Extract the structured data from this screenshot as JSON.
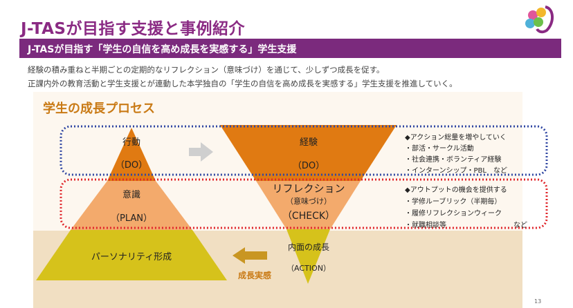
{
  "header": {
    "title": "J-TASが目指す支援と事例紹介"
  },
  "banner": {
    "text": "J-TASが目指す「学生の自信を高め成長を実感する」学生支援"
  },
  "description": [
    "経験の積み重ねと半期ごとの定期的なリフレクション（意味づけ）を通じて、少しずつ成長を促す。",
    "正課内外の教育活動と学生支援とが連動した本学独自の「学生の自信を高め成長を実感する」学生支援を推進していく。"
  ],
  "process": {
    "title": "学生の成長プロセス",
    "left": {
      "do_label": "行動",
      "do_sub": "（DO）",
      "plan_label": "意識",
      "plan_sub": "（PLAN）",
      "base_label": "パーソナリティ形成"
    },
    "right": {
      "exp_label": "経験",
      "exp_sub": "（DO）",
      "check_label": "リフレクション",
      "check_meaning": "（意味づけ）",
      "check_sub": "（CHECK）",
      "action_label": "内面の成長",
      "action_sub": "（ACTION）"
    },
    "growth_arrow_label": "成長実感",
    "notes_do": {
      "heading": "◆アクション総量を増やしていく",
      "items": [
        "・部活・サークル活動",
        "・社会連携・ボランティア経験",
        "・インターンシップ・PBL　など"
      ]
    },
    "notes_check": {
      "heading": "◆アウトプットの機会を提供する",
      "items": [
        "・学修ルーブリック（半期毎）",
        "・履修リフレクションウィーク",
        "・就職相談等"
      ],
      "suffix": "など"
    }
  },
  "page_number": "13",
  "colors": {
    "purple": "#7b2a7d",
    "orange_dark": "#e07a12",
    "orange_light": "#f3aa6c",
    "olive": "#d6c21b",
    "blue_dotted": "#2f46a2",
    "red_dotted": "#e0242a"
  }
}
